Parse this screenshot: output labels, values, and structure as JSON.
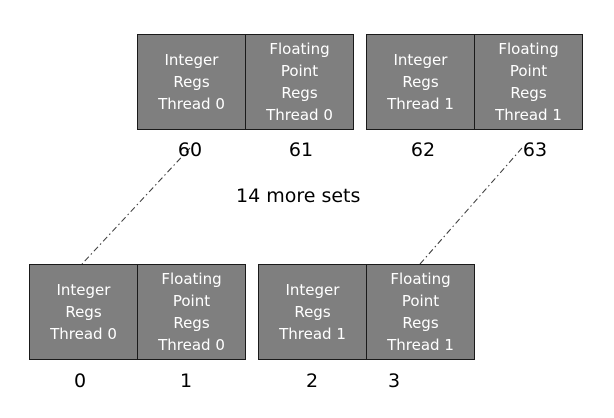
{
  "middle_text": "14 more sets",
  "top_row": {
    "groups": [
      {
        "integer_box": {
          "lines": [
            "Integer",
            "Regs",
            "Thread 0"
          ]
        },
        "float_box": {
          "lines": [
            "Floating",
            "Point",
            "Regs",
            "Thread 0"
          ]
        },
        "numbers": [
          "60",
          "61"
        ]
      },
      {
        "integer_box": {
          "lines": [
            "Integer",
            "Regs",
            "Thread 1"
          ]
        },
        "float_box": {
          "lines": [
            "Floating",
            "Point",
            "Regs",
            "Thread 1"
          ]
        },
        "numbers": [
          "62",
          "63"
        ]
      }
    ]
  },
  "bottom_row": {
    "groups": [
      {
        "integer_box": {
          "lines": [
            "Integer",
            "Regs",
            "Thread 0"
          ]
        },
        "float_box": {
          "lines": [
            "Floating",
            "Point",
            "Regs",
            "Thread 0"
          ]
        },
        "numbers": [
          "0",
          "1"
        ]
      },
      {
        "integer_box": {
          "lines": [
            "Integer",
            "Regs",
            "Thread 1"
          ]
        },
        "float_box": {
          "lines": [
            "Floating",
            "Point",
            "Regs",
            "Thread 1"
          ]
        },
        "numbers": [
          "2",
          "3"
        ]
      }
    ]
  },
  "colors": {
    "box_fill": "#7f7f7f",
    "box_border": "#1a1a1a",
    "box_text": "#ffffff",
    "connector_line": "#333333"
  }
}
